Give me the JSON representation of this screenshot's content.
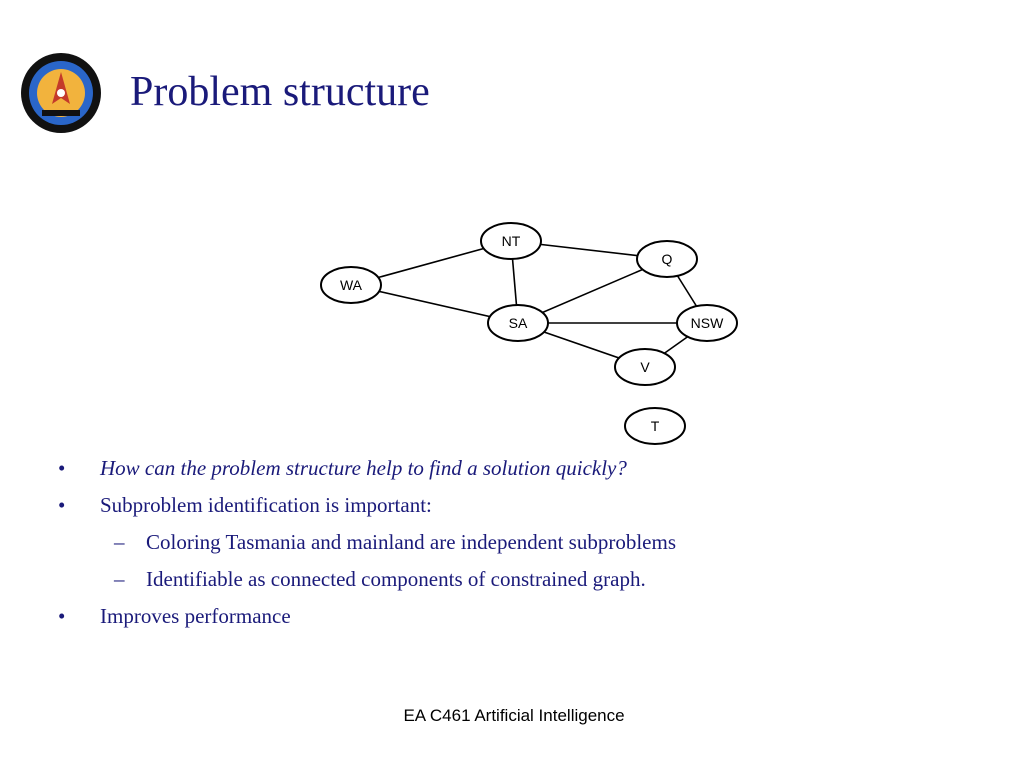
{
  "slide": {
    "title": "Problem structure"
  },
  "graph": {
    "nodes": [
      {
        "id": "NT",
        "label": "NT"
      },
      {
        "id": "Q",
        "label": "Q"
      },
      {
        "id": "WA",
        "label": "WA"
      },
      {
        "id": "SA",
        "label": "SA"
      },
      {
        "id": "NSW",
        "label": "NSW"
      },
      {
        "id": "V",
        "label": "V"
      },
      {
        "id": "T",
        "label": "T"
      }
    ],
    "edges": [
      [
        "WA",
        "NT"
      ],
      [
        "WA",
        "SA"
      ],
      [
        "NT",
        "SA"
      ],
      [
        "NT",
        "Q"
      ],
      [
        "SA",
        "Q"
      ],
      [
        "SA",
        "NSW"
      ],
      [
        "SA",
        "V"
      ],
      [
        "Q",
        "NSW"
      ],
      [
        "NSW",
        "V"
      ]
    ]
  },
  "bullets": [
    {
      "level": 1,
      "marker": "•",
      "text": "How can the problem structure help to find a solution quickly?",
      "italic": true
    },
    {
      "level": 1,
      "marker": "•",
      "text": "Subproblem identification is important:",
      "italic": false
    },
    {
      "level": 2,
      "marker": "–",
      "text": "Coloring Tasmania and mainland are independent subproblems",
      "italic": false
    },
    {
      "level": 2,
      "marker": "–",
      "text": "Identifiable as connected components of constrained graph.",
      "italic": false
    },
    {
      "level": 1,
      "marker": "•",
      "text": "Improves performance",
      "italic": false
    }
  ],
  "footer": {
    "text": "EA C461 Artificial Intelligence"
  },
  "colors": {
    "title": "#1a1a7a",
    "body": "#1a1a7a",
    "logo_outer": "#0a0a0a",
    "logo_inner": "#f2b33d",
    "logo_center": "#c43a2a"
  }
}
